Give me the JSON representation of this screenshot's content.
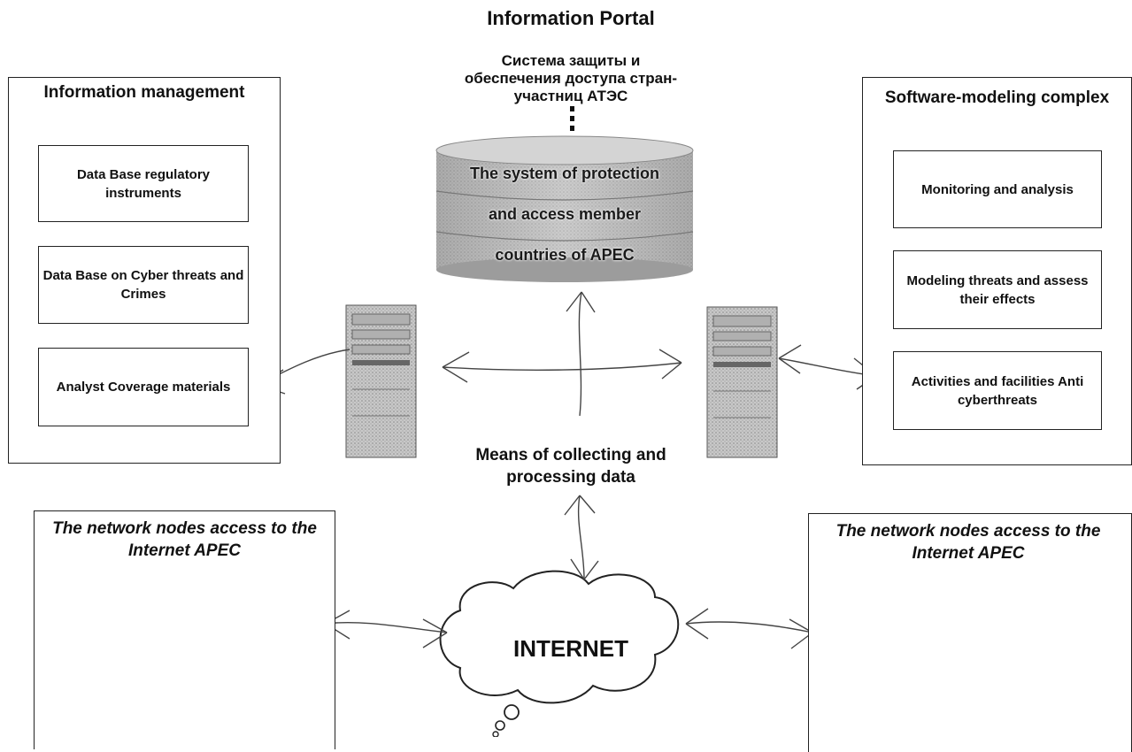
{
  "diagram": {
    "title": "Information Portal",
    "russian_label": "Система защиты и обеспечения доступа стран-участниц АТЭС",
    "database": {
      "line1": "The system of protection",
      "line2": "and access member",
      "line3": "countries of APEC"
    },
    "means_label": "Means of collecting and processing data",
    "left_panel": {
      "heading": "Information management",
      "items": [
        "Data Base regulatory instruments",
        "Data Base on Cyber threats and Crimes",
        "Analyst Coverage materials"
      ]
    },
    "right_panel": {
      "heading": "Software-modeling complex",
      "items": [
        "Monitoring and analysis",
        "Modeling threats and assess their effects",
        "Activities and facilities Anti cyberthreats"
      ]
    },
    "bottom_left": {
      "heading": "The network nodes access to the Internet APEC"
    },
    "bottom_right": {
      "heading": "The network nodes access to the Internet APEC"
    },
    "internet_label": "INTERNET"
  }
}
